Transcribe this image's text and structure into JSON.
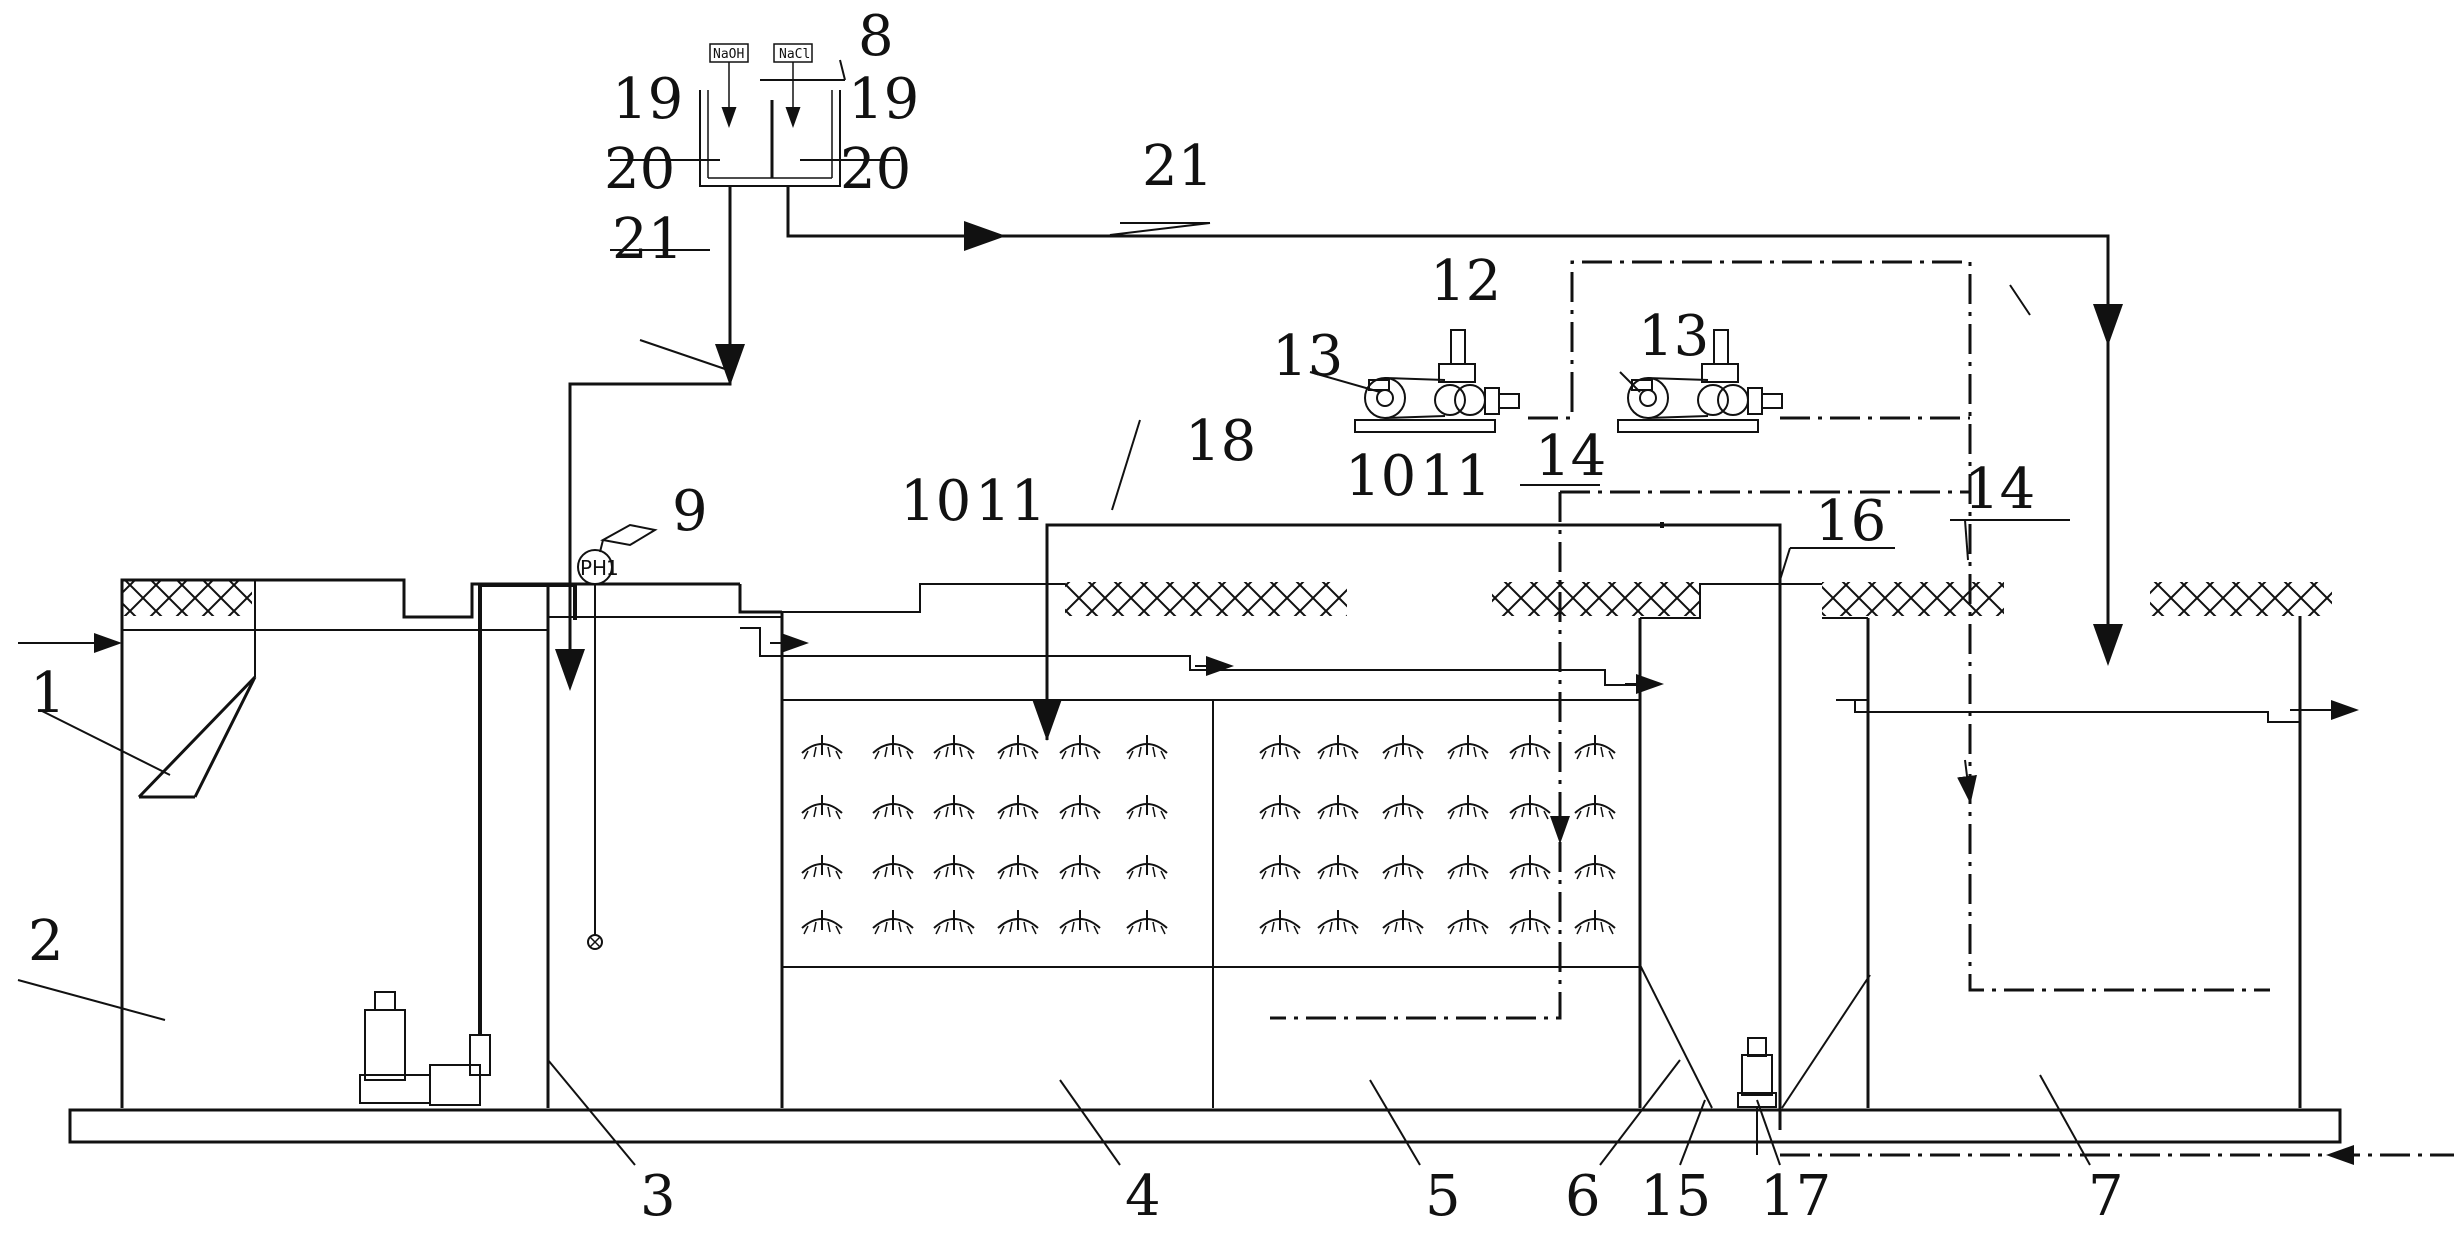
{
  "chemicals": {
    "left": "NaOH",
    "right": "NaCl"
  },
  "ph_meter_label": "PH",
  "labels": {
    "n1": "1",
    "n2": "2",
    "n3": "3",
    "n4": "4",
    "n5": "5",
    "n6": "6",
    "n7": "7",
    "n8": "8",
    "n9": "9",
    "n10a": "10",
    "n11a": "11",
    "n10b": "10",
    "n11b": "11",
    "n12": "12",
    "n13a": "13",
    "n13b": "13",
    "n14a": "14",
    "n14b": "14",
    "n15": "15",
    "n16": "16",
    "n17": "17",
    "n18": "18",
    "n19a": "19",
    "n19b": "19",
    "n20a": "20",
    "n20b": "20",
    "n21a": "21",
    "n21b": "21"
  },
  "colors": {
    "line": "#111111",
    "background": "#ffffff"
  }
}
